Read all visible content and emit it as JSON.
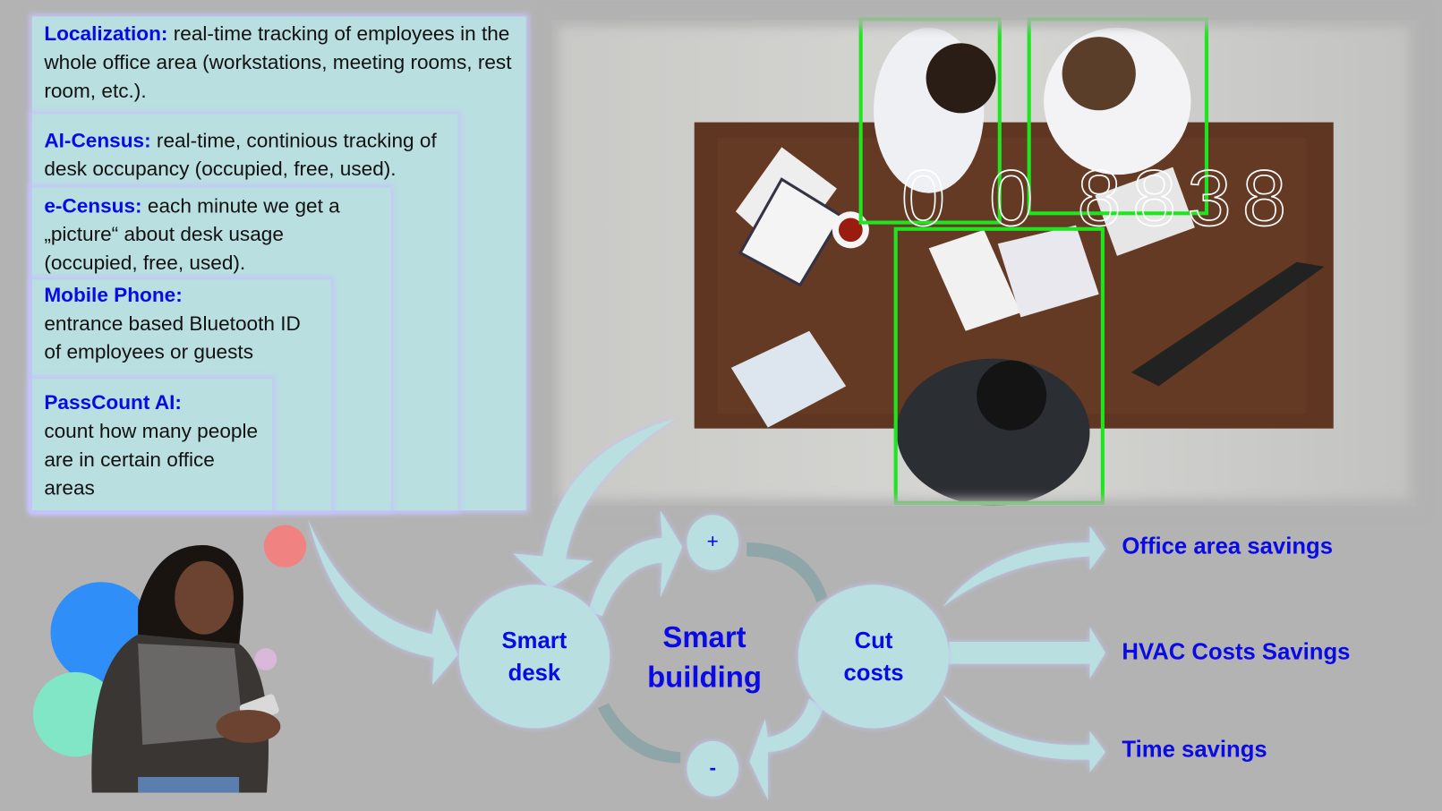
{
  "features": [
    {
      "title": "Localization:",
      "text": "real-time tracking of employees in the whole office area (workstations, meeting rooms, rest room, etc.)."
    },
    {
      "title": "AI-Census:",
      "text": "real-time, continious tracking of desk occupancy (occupied, free, used)."
    },
    {
      "title": "e-Census:",
      "text": "each minute we get a „picture“ about desk usage (occupied, free, used)."
    },
    {
      "title": "Mobile Phone:",
      "text": "entrance based Bluetooth ID of employees or guests"
    },
    {
      "title": "PassCount AI:",
      "text": "count how many people are in certain office areas"
    }
  ],
  "photo": {
    "overlay_digits": "0 0 8838",
    "detection_box_color": "#1ee61e"
  },
  "diagram": {
    "smart_desk": "Smart desk",
    "center": "Smart building",
    "cut_costs": "Cut costs",
    "plus": "+",
    "minus": "-",
    "outcomes": [
      "Office area savings",
      "HVAC Costs Savings",
      "Time savings"
    ]
  },
  "colors": {
    "node_fill": "#b9dfe0",
    "label_blue": "#0a0ae6",
    "background": "#b3b3b3",
    "glow": "#c4c4fa"
  }
}
